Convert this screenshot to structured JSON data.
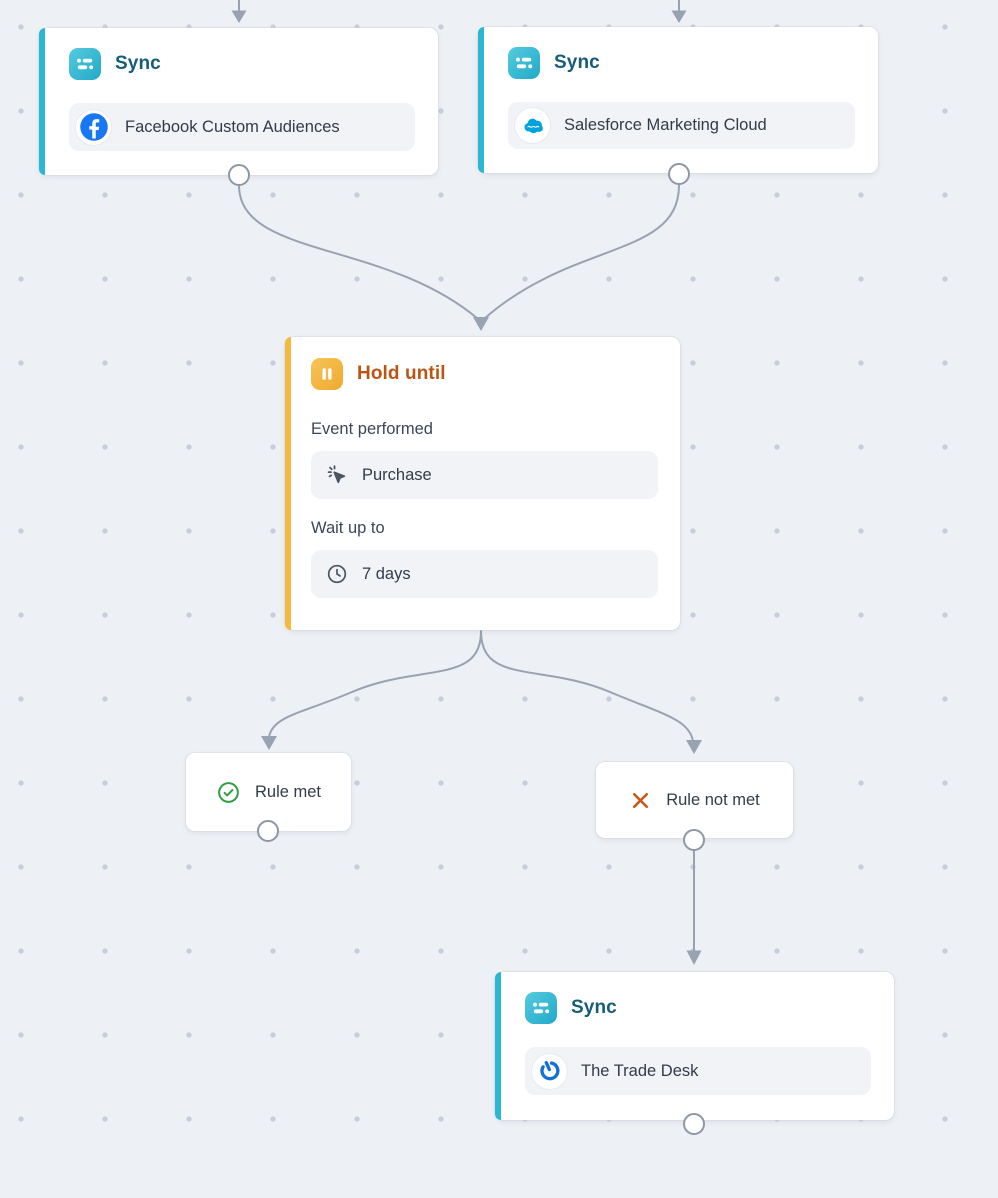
{
  "nodes": {
    "sync_facebook": {
      "title": "Sync",
      "destination": "Facebook Custom Audiences",
      "badge_icon": "sync-icon",
      "destination_icon": "facebook-icon"
    },
    "sync_salesforce": {
      "title": "Sync",
      "destination": "Salesforce Marketing Cloud",
      "badge_icon": "sync-icon",
      "destination_icon": "salesforce-icon"
    },
    "hold_until": {
      "title": "Hold until",
      "badge_icon": "pause-icon",
      "event_label": "Event performed",
      "event_value": "Purchase",
      "event_icon": "cursor-click-icon",
      "wait_label": "Wait up to",
      "wait_value": "7 days",
      "wait_icon": "clock-icon"
    },
    "rule_met": {
      "label": "Rule met",
      "icon": "check-circle-icon"
    },
    "rule_not_met": {
      "label": "Rule not met",
      "icon": "x-icon"
    },
    "sync_tradedesk": {
      "title": "Sync",
      "destination": "The Trade Desk",
      "badge_icon": "sync-icon",
      "destination_icon": "tradedesk-icon"
    }
  },
  "colors": {
    "canvas_bg": "#edf0f4",
    "grid_dot": "#c7cdd9",
    "edge_gray": "#98a2b2",
    "sync_accent": "#2bb7d3",
    "sync_title": "#155e75",
    "hold_accent": "#f5b940",
    "hold_title": "#bc5514",
    "rule_met_green": "#2f9e44",
    "rule_not_met_orange": "#c35a1c",
    "facebook_blue": "#1877f2",
    "salesforce_blue": "#00a1e0",
    "tradedesk_blue": "#1470d8"
  }
}
